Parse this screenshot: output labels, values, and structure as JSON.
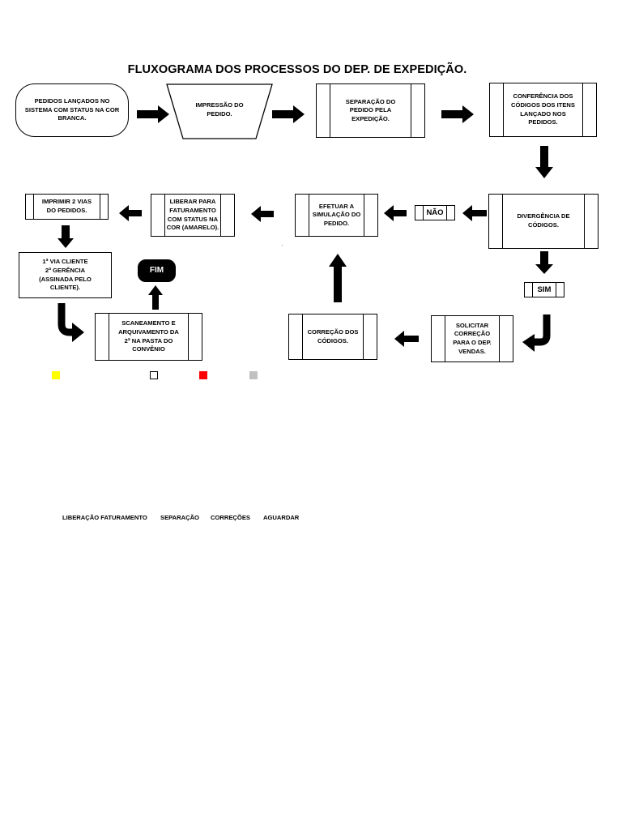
{
  "title": "FLUXOGRAMA DOS PROCESSOS DO DEP. DE EXPEDIÇÃO.",
  "nodes": {
    "pedidos_lancados": "PEDIDOS LANÇADOS NO\nSISTEMA COM STATUS NA COR\nBRANCA.",
    "impressao": "IMPRESSÃO DO\nPEDIDO.",
    "separacao": "SEPARAÇÃO DO\nPEDIDO PELA\nEXPEDIÇÃO.",
    "conferencia": "CONFERÊNCIA DOS\nCÓDIGOS DOS ITENS\nLANÇADO NOS PEDIDOS.",
    "divergencia": "DIVERGÊNCIA DE\nCÓDIGOS.",
    "nao": "NÃO",
    "efetuar_simulacao": "EFETUAR A\nSIMULAÇÃO DO\nPEDIDO.",
    "liberar_faturamento": "LIBERAR PARA\nFATURAMENTO\nCOM STATUS NA\nCOR (AMARELO).",
    "imprimir_vias": "IMPRIMIR 2 VIAS\nDO PEDIDOS.",
    "vias_cliente": "1ª VIA CLIENTE\n2ª GERÊNCIA\n(ASSINADA PELO\nCLIENTE).",
    "fim": "FIM",
    "scaneamento": "SCANEAMENTO E\nARQUIVAMENTO DA\n2ª  NA PASTA DO\nCONVÊNIO",
    "sim": "SIM",
    "solicitar_correcao": "SOLICITAR\nCORREÇÃO\nPARA O DEP.\nVENDAS.",
    "correcao_codigos": "CORREÇÃO DOS\nCÓDIGOS."
  },
  "legend": [
    {
      "label": "LIBERAÇÃO FATURAMENTO",
      "color": "#ffff00"
    },
    {
      "label": "SEPARAÇÃO",
      "color": "#ffffff"
    },
    {
      "label": "CORREÇÕES",
      "color": "#ff0000"
    },
    {
      "label": "AGUARDAR",
      "color": "#c0c0c0"
    }
  ]
}
